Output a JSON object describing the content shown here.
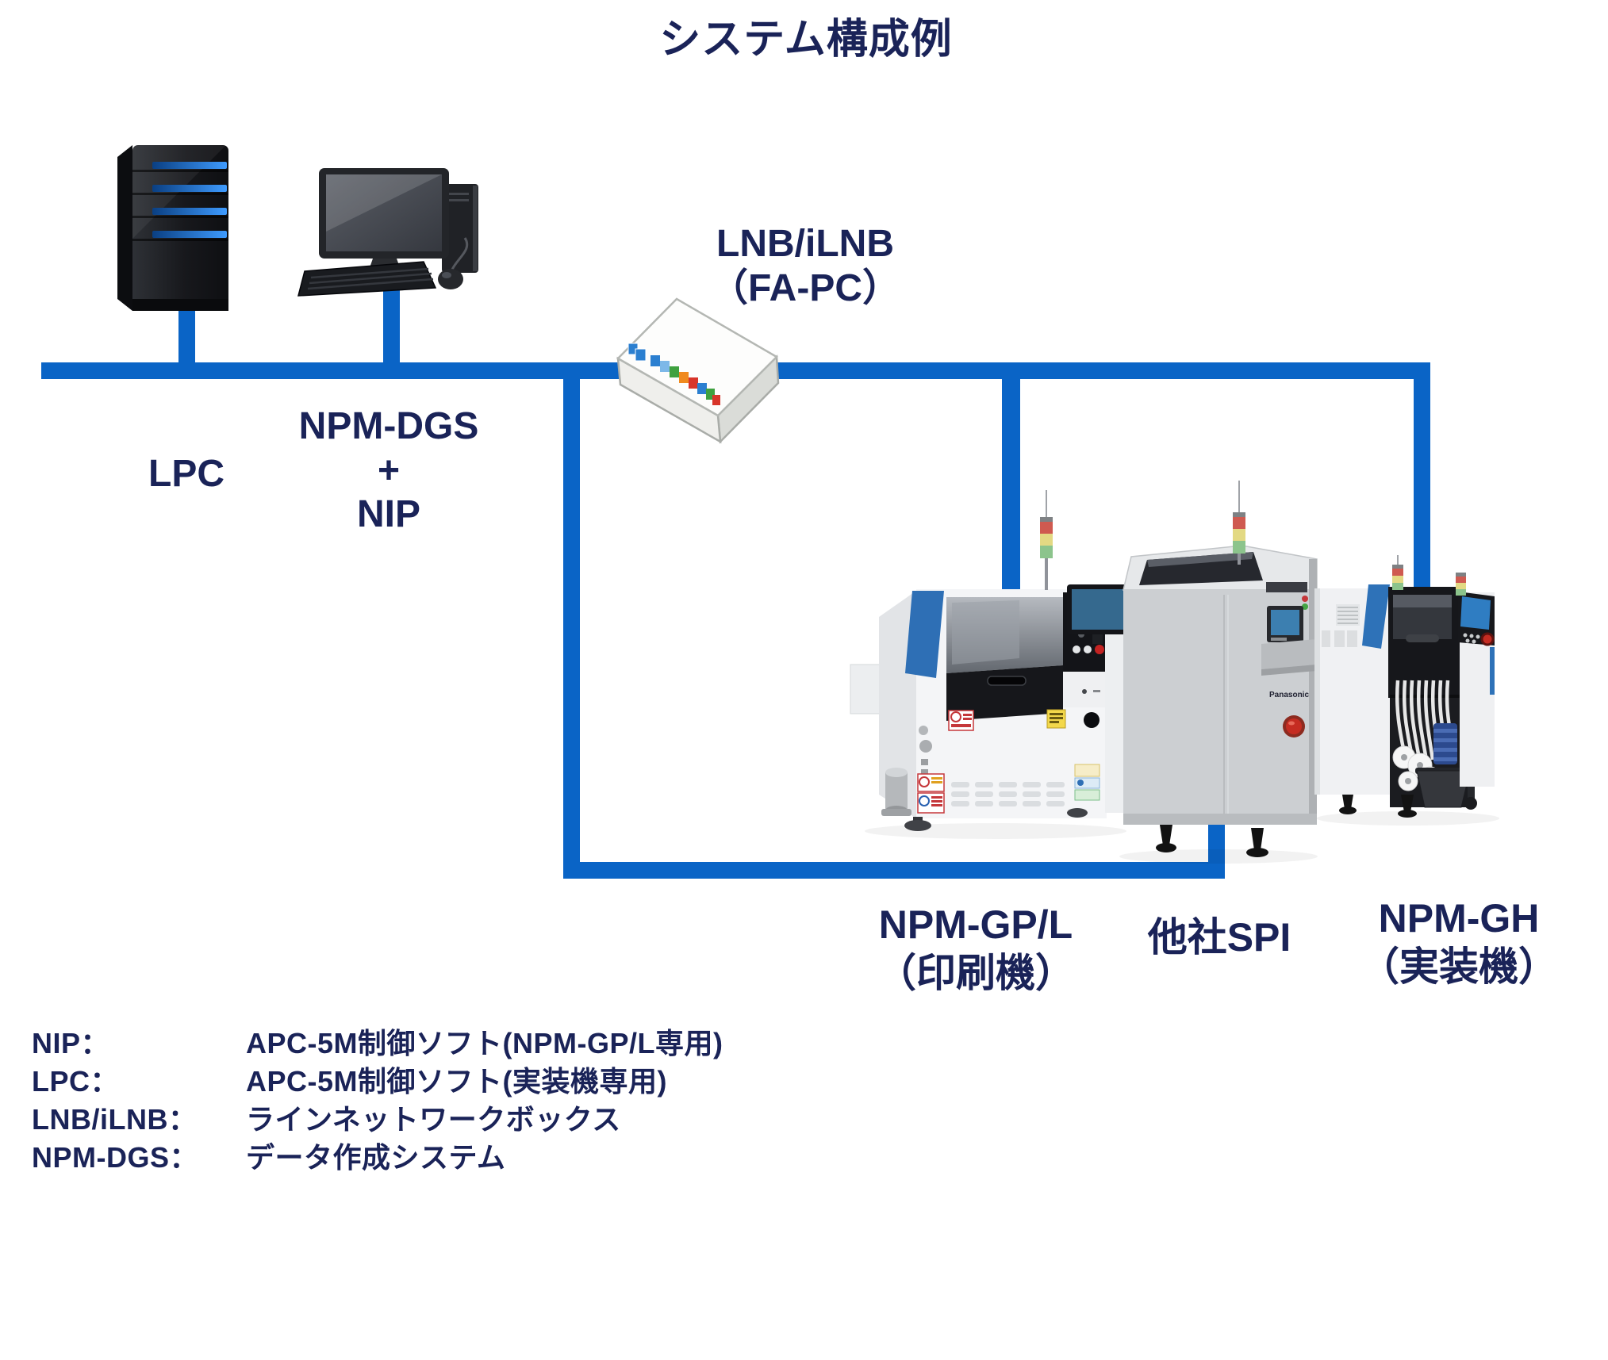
{
  "title": "システム構成例",
  "colors": {
    "line_blue": "#0A64C6",
    "text_navy": "#1A2358",
    "machine_accent_blue": "#2E6FB5",
    "screen_blue": "#2F7DC2"
  },
  "icons": {
    "server": "server-tower",
    "pc": "desktop-computer",
    "lnb": "network-box-switch",
    "printer": "smt-printer-machine",
    "spi": "spi-inspection-machine",
    "mounter": "component-mounter-machine",
    "signal_tower": "red-yellow-green-signal-tower"
  },
  "nodes": {
    "lpc": {
      "label": "LPC"
    },
    "dgs": {
      "line1": "NPM-DGS",
      "line2": "+",
      "line3": "NIP"
    },
    "lnb": {
      "line1": "LNB/iLNB",
      "line2": "（FA-PC）"
    },
    "gpl": {
      "line1": "NPM-GP/L",
      "line2": "（印刷機）"
    },
    "spi": {
      "label": "他社SPI"
    },
    "gh": {
      "line1": "NPM-GH",
      "line2": "（実装機）"
    }
  },
  "legend": {
    "rows": [
      {
        "term": "NIP：",
        "desc": "APC-5M制御ソフト(NPM-GP/L専用)"
      },
      {
        "term": "LPC：",
        "desc": "APC-5M制御ソフト(実装機専用)"
      },
      {
        "term": "LNB/iLNB：",
        "desc": "ラインネットワークボックス"
      },
      {
        "term": "NPM-DGS：",
        "desc": "データ作成システム"
      }
    ]
  }
}
